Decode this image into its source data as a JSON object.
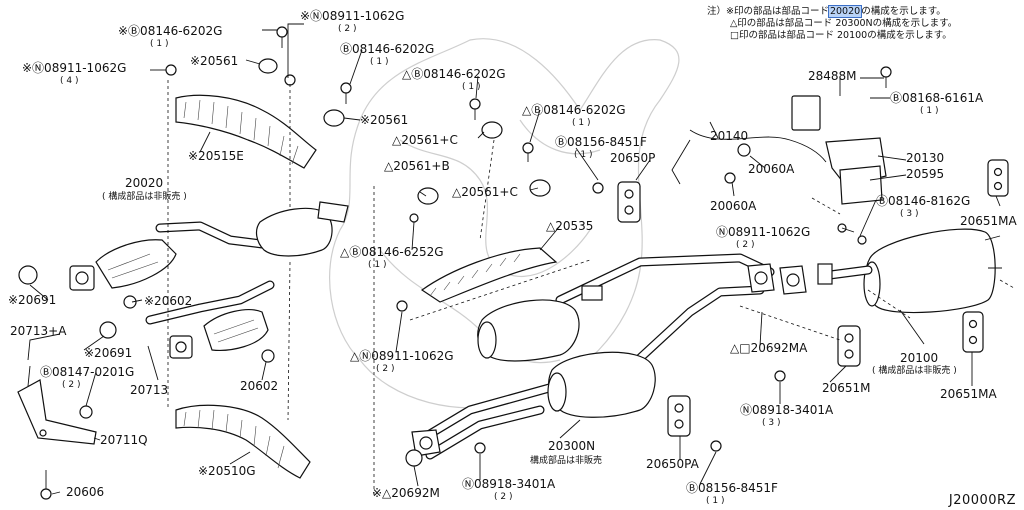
{
  "notes": {
    "line1_pre": "注）※印の部品は部品コード",
    "line1_hl": "20020",
    "line1_post": "の構成を示します。",
    "line2": "△印の部品は部品コード 20300Nの構成を示します。",
    "line3": "□印の部品は部品コード 20100の構成を示します。"
  },
  "diagram_code": "J20000RZ",
  "parts": [
    {
      "id": "p1",
      "text": "※Ⓑ08146-6202G",
      "qty": "( 1 )"
    },
    {
      "id": "p2",
      "text": "※Ⓝ08911-1062G",
      "qty": "( 2 )"
    },
    {
      "id": "p3",
      "text": "※Ⓝ08911-1062G",
      "qty": "( 4 )"
    },
    {
      "id": "p4",
      "text": "※20561",
      "qty": ""
    },
    {
      "id": "p5",
      "text": "Ⓑ08146-6202G",
      "qty": "( 1 )"
    },
    {
      "id": "p6",
      "text": "※20561",
      "qty": ""
    },
    {
      "id": "p7",
      "text": "※20515E",
      "qty": ""
    },
    {
      "id": "p8",
      "text": "△Ⓑ08146-6202G",
      "qty": "( 1 )"
    },
    {
      "id": "p9",
      "text": "△Ⓑ08146-6202G",
      "qty": "( 1 )"
    },
    {
      "id": "p10",
      "text": "△20561+C",
      "qty": ""
    },
    {
      "id": "p11",
      "text": "Ⓑ08156-8451F",
      "qty": "( 1 )"
    },
    {
      "id": "p12",
      "text": "20650P",
      "qty": ""
    },
    {
      "id": "p13",
      "text": "20140",
      "qty": ""
    },
    {
      "id": "p14",
      "text": "28488M",
      "qty": ""
    },
    {
      "id": "p15",
      "text": "Ⓑ08168-6161A",
      "qty": "( 1 )"
    },
    {
      "id": "p16",
      "text": "20060A",
      "qty": ""
    },
    {
      "id": "p17",
      "text": "20130",
      "qty": ""
    },
    {
      "id": "p18",
      "text": "20595",
      "qty": ""
    },
    {
      "id": "p19",
      "text": "20060A",
      "qty": ""
    },
    {
      "id": "p20",
      "text": "Ⓑ08146-8162G",
      "qty": "( 3 )"
    },
    {
      "id": "p21",
      "text": "20651MA",
      "qty": ""
    },
    {
      "id": "p22",
      "text": "Ⓝ08911-1062G",
      "qty": "( 2 )"
    },
    {
      "id": "p23",
      "text": "20020",
      "qty": "( 構成部品は非販売 )"
    },
    {
      "id": "p24",
      "text": "△20561+B",
      "qty": ""
    },
    {
      "id": "p25",
      "text": "△20561+C",
      "qty": ""
    },
    {
      "id": "p26",
      "text": "△20535",
      "qty": ""
    },
    {
      "id": "p27",
      "text": "△Ⓑ08146-6252G",
      "qty": "( 1 )"
    },
    {
      "id": "p28",
      "text": "※20691",
      "qty": ""
    },
    {
      "id": "p29",
      "text": "※20602",
      "qty": ""
    },
    {
      "id": "p30",
      "text": "20713+A",
      "qty": ""
    },
    {
      "id": "p31",
      "text": "※20691",
      "qty": ""
    },
    {
      "id": "p32",
      "text": "Ⓑ08147-0201G",
      "qty": "( 2 )"
    },
    {
      "id": "p33",
      "text": "20713",
      "qty": ""
    },
    {
      "id": "p34",
      "text": "20602",
      "qty": ""
    },
    {
      "id": "p35",
      "text": "△Ⓝ08911-1062G",
      "qty": "( 2 )"
    },
    {
      "id": "p36",
      "text": "△□20692MA",
      "qty": ""
    },
    {
      "id": "p37",
      "text": "20651M",
      "qty": ""
    },
    {
      "id": "p38",
      "text": "20100",
      "qty": "( 構成部品は非販売 )"
    },
    {
      "id": "p39",
      "text": "20651MA",
      "qty": ""
    },
    {
      "id": "p40",
      "text": "20711Q",
      "qty": ""
    },
    {
      "id": "p41",
      "text": "Ⓝ08918-3401A",
      "qty": "( 3 )"
    },
    {
      "id": "p42",
      "text": "※20510G",
      "qty": ""
    },
    {
      "id": "p43",
      "text": "20300N",
      "qty": "構成部品は非販売"
    },
    {
      "id": "p44",
      "text": "20650PA",
      "qty": ""
    },
    {
      "id": "p45",
      "text": "20606",
      "qty": ""
    },
    {
      "id": "p46",
      "text": "※△20692M",
      "qty": ""
    },
    {
      "id": "p47",
      "text": "Ⓝ08918-3401A",
      "qty": "( 2 )"
    },
    {
      "id": "p48",
      "text": "Ⓑ08156-8451F",
      "qty": "( 1 )"
    }
  ]
}
